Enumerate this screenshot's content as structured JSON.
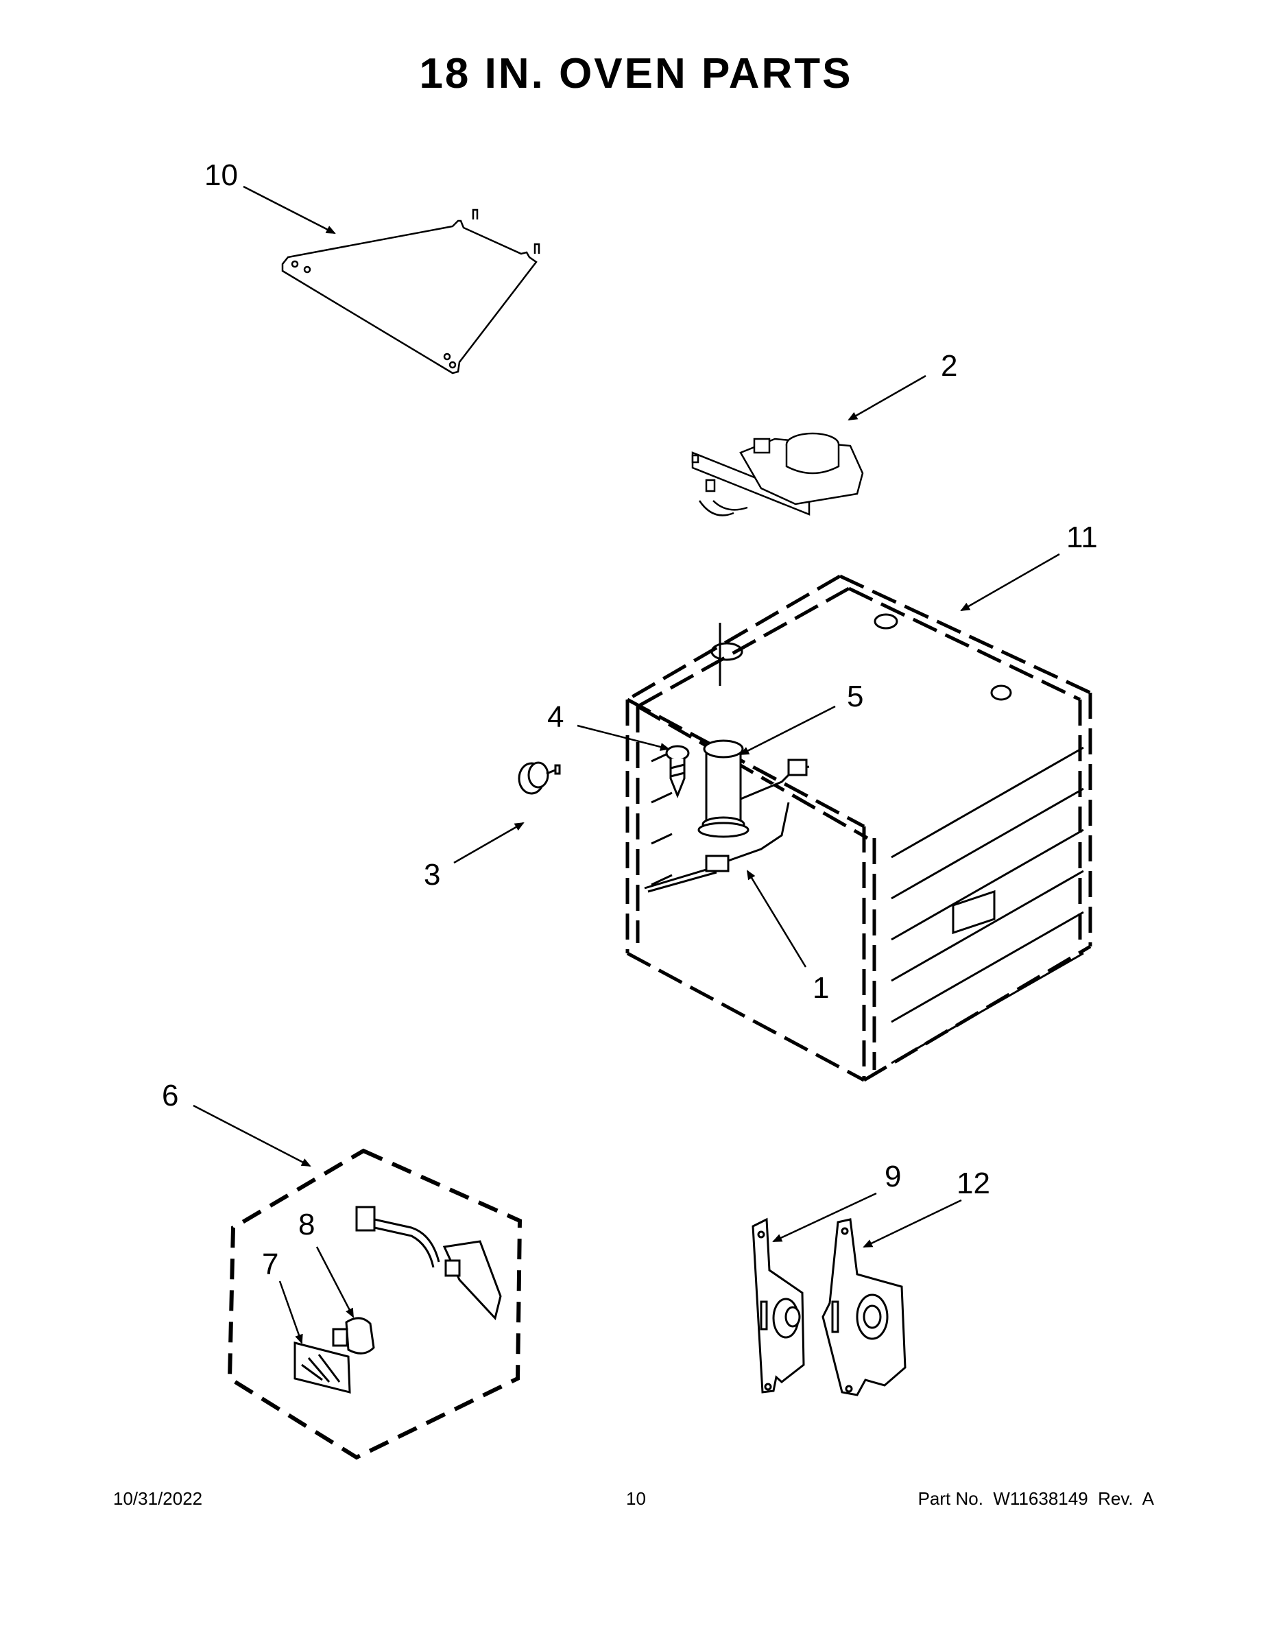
{
  "page": {
    "title": "18 IN. OVEN PARTS",
    "footer": {
      "date": "10/31/2022",
      "page_number": "10",
      "part_number": "Part No.  W11638149  Rev.  A"
    }
  },
  "callouts": {
    "c1": "1",
    "c2": "2",
    "c3": "3",
    "c4": "4",
    "c5": "5",
    "c6": "6",
    "c7": "7",
    "c8": "8",
    "c9": "9",
    "c10": "10",
    "c11": "11",
    "c12": "12"
  }
}
